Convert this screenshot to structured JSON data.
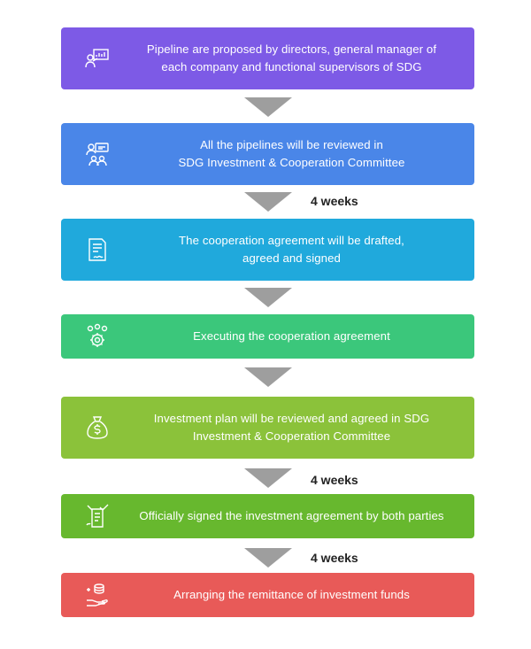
{
  "steps": [
    {
      "line1": "Pipeline are proposed by directors, general manager of",
      "line2": "each company and functional supervisors of SDG",
      "icon": "presentation-icon",
      "color": "#7d5ae6"
    },
    {
      "line1": "All the pipelines will be reviewed in",
      "line2": "SDG Investment & Cooperation Committee",
      "icon": "meeting-icon",
      "color": "#4a86e8"
    },
    {
      "line1": "The cooperation agreement will be drafted,",
      "line2": "agreed and signed",
      "icon": "contract-icon",
      "color": "#20a9dc"
    },
    {
      "line1": "Executing the cooperation agreement",
      "line2": "",
      "icon": "team-gear-icon",
      "color": "#3bc77b"
    },
    {
      "line1": "Investment plan will be reviewed and agreed in SDG",
      "line2": "Investment & Cooperation Committee",
      "icon": "money-bag-icon",
      "color": "#8bc23a"
    },
    {
      "line1": "Officially signed the investment agreement by both parties",
      "line2": "",
      "icon": "signed-document-icon",
      "color": "#67b82e"
    },
    {
      "line1": "Arranging the remittance of investment funds",
      "line2": "",
      "icon": "coins-hand-icon",
      "color": "#e85a58"
    }
  ],
  "durations": {
    "after_step_2": "4 weeks",
    "after_step_5": "4 weeks",
    "after_step_6": "4 weeks"
  }
}
